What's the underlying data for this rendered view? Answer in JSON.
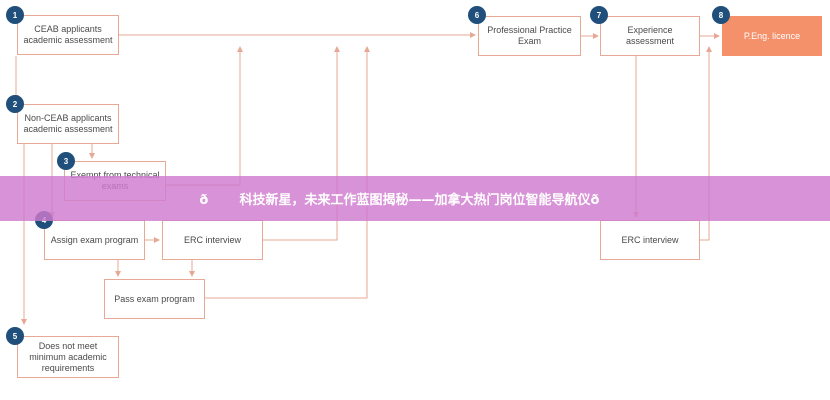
{
  "steps": [
    {
      "num": "1",
      "label": "CEAB applicants academic assessment"
    },
    {
      "num": "2",
      "label": "Non-CEAB applicants academic assessment"
    },
    {
      "num": "3",
      "label": "Exempt from technical exams"
    },
    {
      "num": "4",
      "label": "Assign exam program"
    },
    {
      "num": "5",
      "label": "Does not meet minimum academic requirements"
    },
    {
      "num": "6",
      "label": "Professional Practice Exam"
    },
    {
      "num": "7",
      "label": "Experience assessment"
    },
    {
      "num": "8",
      "label": "P.Eng. licence"
    }
  ],
  "nodes": {
    "erc_interview_left": "ERC interview",
    "pass_exam_program": "Pass exam program",
    "erc_interview_right": "ERC interview"
  },
  "banner_text": "ð科技新星，未来工作蓝图揭秘——加拿大热门岗位智能导航仪ð",
  "colors": {
    "box_border": "#e7a995",
    "arrow": "#e7a995",
    "final_fill": "#f4906a",
    "badge": "#1f4f7a",
    "banner": "#d07ace"
  }
}
